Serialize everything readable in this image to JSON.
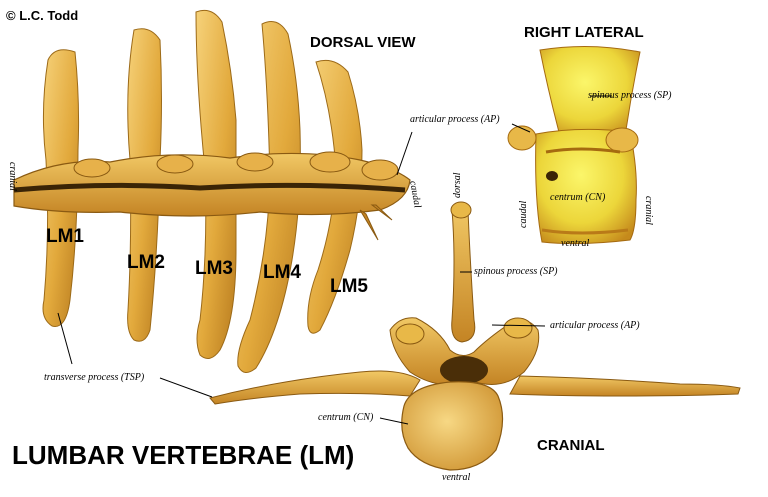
{
  "copyright": "© L.C. Todd",
  "title": "LUMBAR VERTEBRAE (LM)",
  "views": {
    "dorsal": "DORSAL VIEW",
    "right_lateral": "RIGHT LATERAL",
    "cranial": "CRANIAL"
  },
  "vertebrae": [
    "LM1",
    "LM2",
    "LM3",
    "LM4",
    "LM5"
  ],
  "orientation": {
    "cranial": "cranial",
    "caudal": "caudal",
    "dorsal": "dorsal",
    "ventral": "ventral"
  },
  "annotations": {
    "articular_process": "articular process (AP)",
    "spinous_process": "spinous process (SP)",
    "centrum": "centrum (CN)",
    "transverse_process": "transverse process (TSP)"
  },
  "colors": {
    "bone_light": "#f3c55a",
    "bone_mid": "#d89a2c",
    "bone_dark": "#8a5a12",
    "lateral_light": "#f4ee44",
    "lateral_shadow": "#a56a10"
  }
}
